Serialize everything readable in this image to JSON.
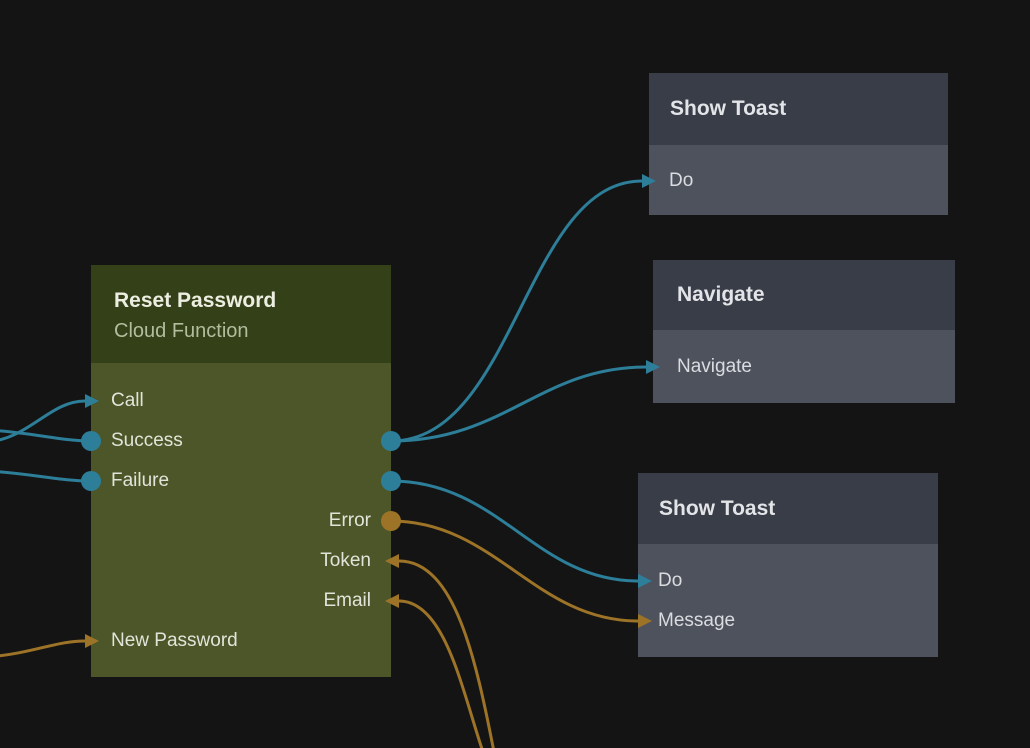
{
  "canvas": {
    "background_color": "#141414",
    "type": "node-graph-editor"
  },
  "colors": {
    "exec_wire": "#2d7e99",
    "data_wire": "#9d7427",
    "function_node_header": "#344017",
    "function_node_body": "#4c5628",
    "action_node_header": "#383d47",
    "action_node_body": "#4d525c"
  },
  "nodes": [
    {
      "title": "Reset Password",
      "subtitle": "Cloud Function",
      "ports": [
        {
          "label": "Call",
          "side": "left",
          "marker": "arrow-in",
          "wire": "exec"
        },
        {
          "label": "Success",
          "side": "left",
          "marker": "dot",
          "wire": "exec"
        },
        {
          "label": "Failure",
          "side": "left",
          "marker": "dot",
          "wire": "exec"
        },
        {
          "label": "Error",
          "side": "right",
          "marker": "dot",
          "wire": "data"
        },
        {
          "label": "Token",
          "side": "right",
          "marker": "arrow-in",
          "wire": "data"
        },
        {
          "label": "Email",
          "side": "right",
          "marker": "arrow-in",
          "wire": "data"
        },
        {
          "label": "New Password",
          "side": "left",
          "marker": "arrow-in",
          "wire": "data"
        }
      ]
    },
    {
      "title": "Show Toast",
      "ports": [
        {
          "label": "Do",
          "side": "left",
          "marker": "arrow-in",
          "wire": "exec"
        }
      ]
    },
    {
      "title": "Navigate",
      "ports": [
        {
          "label": "Navigate",
          "side": "left",
          "marker": "arrow-in",
          "wire": "exec"
        }
      ]
    },
    {
      "title": "Show Toast",
      "ports": [
        {
          "label": "Do",
          "side": "left",
          "marker": "arrow-in",
          "wire": "exec"
        },
        {
          "label": "Message",
          "side": "left",
          "marker": "arrow-in",
          "wire": "data"
        }
      ]
    }
  ],
  "connections": [
    {
      "from": "off-canvas-left",
      "to": "Reset Password.Call",
      "wire": "exec"
    },
    {
      "from": "Reset Password.Success",
      "to": "off-canvas-left",
      "wire": "exec"
    },
    {
      "from": "Reset Password.Failure",
      "to": "off-canvas-left",
      "wire": "exec"
    },
    {
      "from": "Reset Password.Success",
      "to": "Show Toast (top).Do",
      "wire": "exec"
    },
    {
      "from": "Reset Password.Success",
      "to": "Navigate.Navigate",
      "wire": "exec"
    },
    {
      "from": "Reset Password.Failure",
      "to": "Show Toast (bottom).Do",
      "wire": "exec"
    },
    {
      "from": "Reset Password.Error",
      "to": "Show Toast (bottom).Message",
      "wire": "data"
    },
    {
      "from": "off-canvas-bottom",
      "to": "Reset Password.Token",
      "wire": "data"
    },
    {
      "from": "off-canvas-bottom",
      "to": "Reset Password.Email",
      "wire": "data"
    },
    {
      "from": "off-canvas-left",
      "to": "Reset Password.New Password",
      "wire": "data"
    }
  ]
}
